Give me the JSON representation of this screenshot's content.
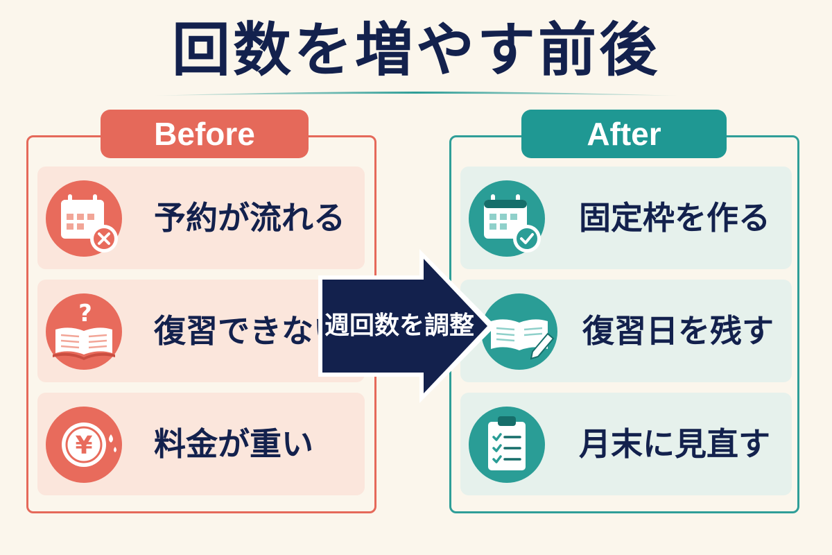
{
  "title": "回数を増やす前後",
  "before": {
    "tag": "Before",
    "items": [
      {
        "label": "予約が流れる",
        "icon": "calendar-cross-icon"
      },
      {
        "label": "復習できない",
        "icon": "book-question-icon"
      },
      {
        "label": "料金が重い",
        "icon": "yen-coin-icon"
      }
    ]
  },
  "transition": {
    "label": "週回数を調整"
  },
  "after": {
    "tag": "After",
    "items": [
      {
        "label": "固定枠を作る",
        "icon": "calendar-check-icon"
      },
      {
        "label": "復習日を残す",
        "icon": "book-pencil-icon"
      },
      {
        "label": "月末に見直す",
        "icon": "clipboard-checklist-icon"
      }
    ]
  },
  "colors": {
    "navy": "#13214d",
    "before_accent": "#e5695a",
    "after_accent": "#1f9893",
    "background": "#fbf6ec"
  }
}
